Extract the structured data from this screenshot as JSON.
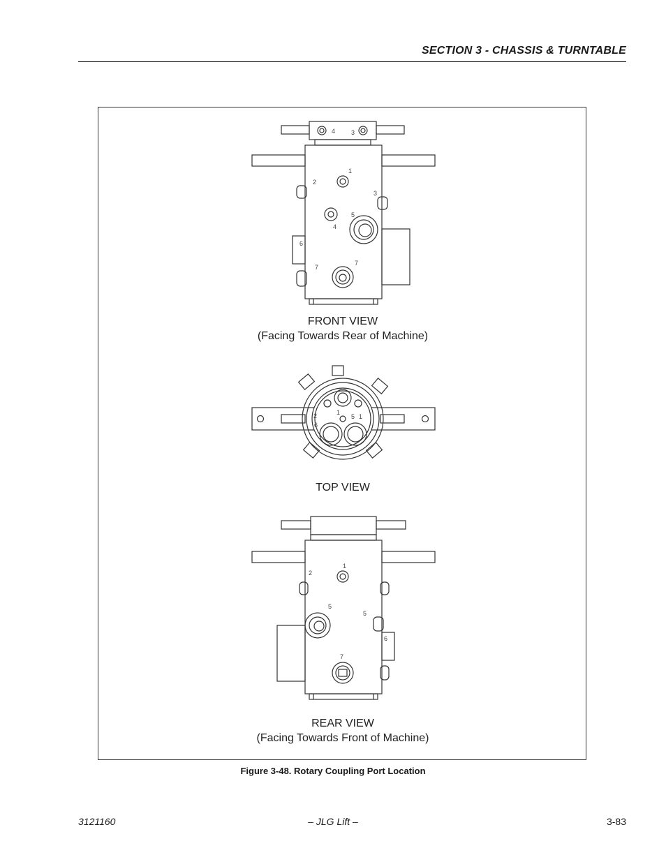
{
  "header": {
    "section_title": "SECTION 3 - CHASSIS & TURNTABLE"
  },
  "figure": {
    "front_view": {
      "title": "FRONT VIEW",
      "subtitle": "(Facing Towards Rear of Machine)",
      "port_labels": [
        "4",
        "3",
        "1",
        "2",
        "3",
        "5",
        "4",
        "6",
        "7",
        "7"
      ]
    },
    "top_view": {
      "title": "TOP VIEW",
      "port_labels": [
        "2",
        "6",
        "1",
        "5",
        "1"
      ]
    },
    "rear_view": {
      "title": "REAR VIEW",
      "subtitle": "(Facing Towards Front of Machine)",
      "port_labels": [
        "1",
        "2",
        "5",
        "5",
        "6",
        "7"
      ]
    },
    "caption": "Figure 3-48.  Rotary Coupling Port Location"
  },
  "footer": {
    "doc_number": "3121160",
    "publisher": "– JLG Lift –",
    "page_number": "3-83"
  }
}
